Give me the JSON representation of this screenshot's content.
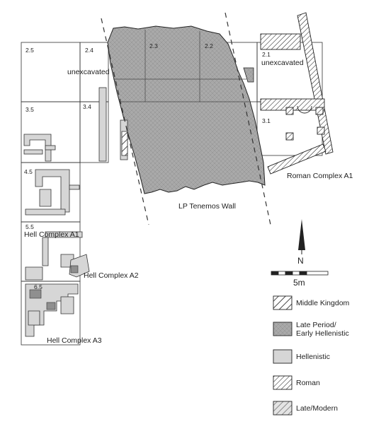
{
  "grid_labels": [
    "2.5",
    "2.4",
    "2.3",
    "2.2",
    "2.1",
    "3.5",
    "3.4",
    "3.1",
    "4.5",
    "5.5",
    "6.5"
  ],
  "area_labels": {
    "unexcavated_left": "unexcavated",
    "unexcavated_right": "unexcavated",
    "tenemos_wall": "LP Tenemos Wall",
    "roman_complex": "Roman Complex A1",
    "hell_complex_a1": "Hell Complex A1",
    "hell_complex_a2": "Hell Complex A2",
    "hell_complex_a3": "Hell Complex A3"
  },
  "north_label": "N",
  "scale_label": "5m",
  "legend": [
    {
      "label": "Middle Kingdom",
      "pattern": "diag-sparse"
    },
    {
      "label": "Late Period/\nEarly Hellenistic",
      "pattern": "dark-texture"
    },
    {
      "label": "Hellenistic",
      "pattern": "light-grey"
    },
    {
      "label": "Roman",
      "pattern": "diag-dense"
    },
    {
      "label": "Late/Modern",
      "pattern": "diag-grey"
    }
  ],
  "colors": {
    "late_period_fill": "#a9a9a9",
    "hellenistic_fill": "#d6d6d6",
    "line": "#222222"
  }
}
